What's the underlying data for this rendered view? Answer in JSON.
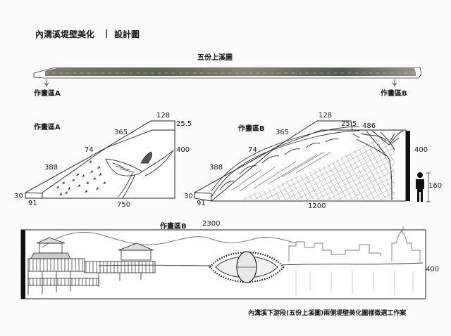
{
  "header": {
    "title": "內溝溪堤壁美化",
    "separator": "|",
    "subtitle": "設計圖"
  },
  "overview": {
    "label": "五份上溪圖",
    "area_a": "作畫區A",
    "area_b": "作畫區B"
  },
  "panel_a": {
    "title": "作畫區A",
    "dims": {
      "top": "128",
      "right_top": "25.5",
      "slope_upper": "365",
      "height": "400",
      "slope_mid": "74",
      "slope_lower": "388",
      "left": "30",
      "bottom_left": "91",
      "bottom": "750"
    }
  },
  "panel_b": {
    "title": "作畫區B",
    "dims": {
      "top": "128",
      "right_top": "25.5",
      "top_right": "486",
      "slope_upper": "365",
      "height": "400",
      "slope_mid": "74",
      "slope_lower": "388",
      "left": "30",
      "bottom_left": "91",
      "bottom": "1200",
      "person_height": "160"
    }
  },
  "panel_b_full": {
    "title": "作畫區B",
    "width": "2300",
    "height": "400"
  },
  "footer": {
    "caption": "內溝溪下游段(五份上溪圖)兩側堤壁美化圖樣徵選工作案"
  }
}
